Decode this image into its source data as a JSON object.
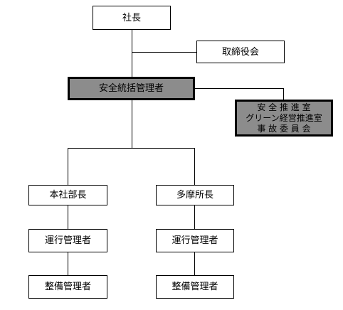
{
  "org_chart": {
    "president": "社長",
    "board": "取締役会",
    "safety_manager": "安全統括管理者",
    "safety_dept": [
      "安 全 推 進 室",
      "グリーン経営推進室",
      "事 故 委 員 会"
    ],
    "branches": [
      {
        "head": "本社部長",
        "operations": "運行管理者",
        "maintenance": "整備管理者"
      },
      {
        "head": "多摩所長",
        "operations": "運行管理者",
        "maintenance": "整備管理者"
      }
    ]
  },
  "colors": {
    "highlight_fill": "#8c8c8c",
    "line": "#000000"
  }
}
